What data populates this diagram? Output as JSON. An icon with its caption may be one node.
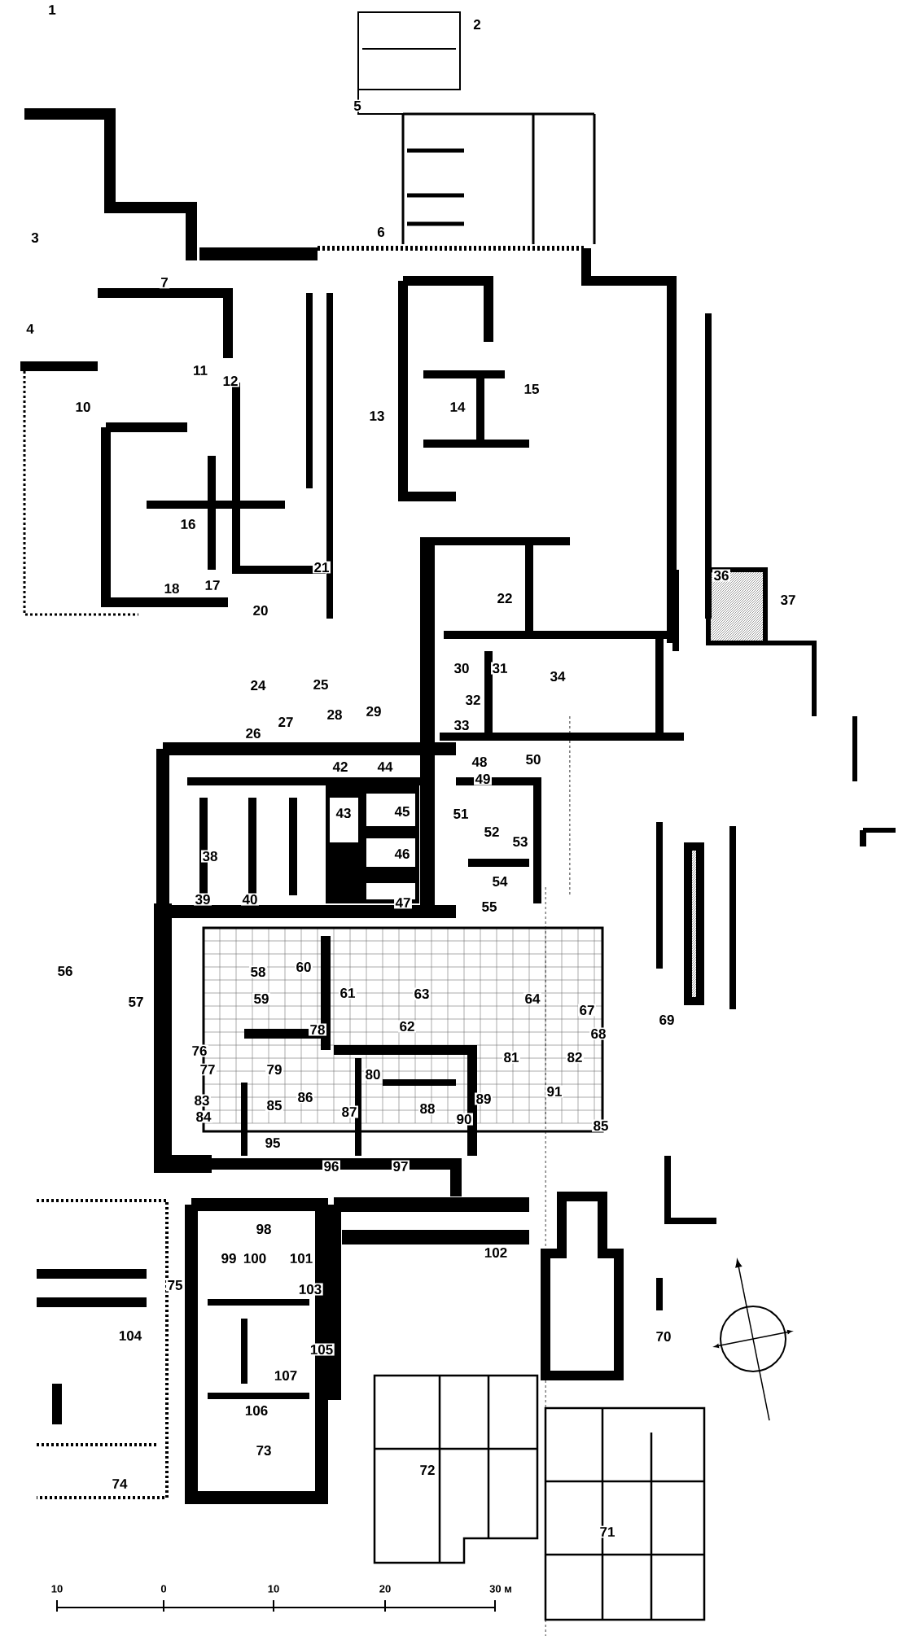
{
  "diagram": {
    "labels": [
      "1",
      "2",
      "5",
      "6",
      "3",
      "7",
      "4",
      "11",
      "12",
      "15",
      "10",
      "14",
      "13",
      "16",
      "21",
      "36",
      "17",
      "18",
      "22",
      "37",
      "20",
      "30",
      "31",
      "34",
      "25",
      "24",
      "32",
      "29",
      "28",
      "27",
      "33",
      "26",
      "48",
      "50",
      "42",
      "44",
      "49",
      "45",
      "43",
      "51",
      "52",
      "53",
      "46",
      "38",
      "54",
      "39",
      "40",
      "47",
      "55",
      "60",
      "56",
      "58",
      "61",
      "63",
      "59",
      "64",
      "57",
      "67",
      "69",
      "62",
      "78",
      "68",
      "76",
      "81",
      "82",
      "77",
      "79",
      "80",
      "91",
      "86",
      "89",
      "83",
      "85",
      "88",
      "87",
      "84",
      "90",
      "85",
      "95",
      "96",
      "97",
      "98",
      "102",
      "99",
      "100",
      "101",
      "75",
      "103",
      "104",
      "70",
      "105",
      "107",
      "106",
      "73",
      "72",
      "74",
      "71",
      "10",
      "0",
      "10",
      "20",
      "30 м"
    ]
  }
}
